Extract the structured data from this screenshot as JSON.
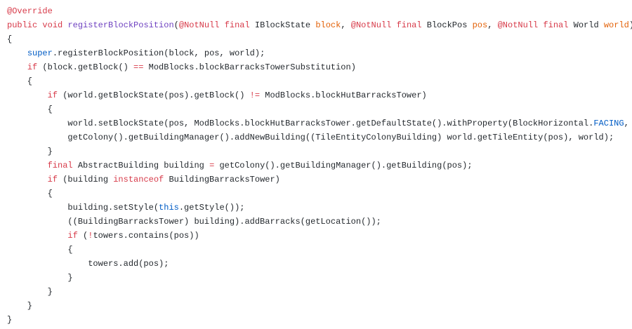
{
  "colors": {
    "background": "#ffffff",
    "plain": "#24292e",
    "keyword": "#d73a49",
    "annotation": "#d73a49",
    "method": "#6f42c1",
    "param": "#e36209",
    "builtin": "#005cc5",
    "constant": "#005cc5",
    "operator": "#d73a49"
  },
  "lines": [
    [
      [
        "annotation",
        "@Override"
      ]
    ],
    [
      [
        "keyword",
        "public"
      ],
      [
        "plain",
        " "
      ],
      [
        "keyword",
        "void"
      ],
      [
        "plain",
        " "
      ],
      [
        "method",
        "registerBlockPosition"
      ],
      [
        "plain",
        "("
      ],
      [
        "annotation",
        "@NotNull"
      ],
      [
        "plain",
        " "
      ],
      [
        "keyword",
        "final"
      ],
      [
        "plain",
        " IBlockState "
      ],
      [
        "param",
        "block"
      ],
      [
        "plain",
        ", "
      ],
      [
        "annotation",
        "@NotNull"
      ],
      [
        "plain",
        " "
      ],
      [
        "keyword",
        "final"
      ],
      [
        "plain",
        " BlockPos "
      ],
      [
        "param",
        "pos"
      ],
      [
        "plain",
        ", "
      ],
      [
        "annotation",
        "@NotNull"
      ],
      [
        "plain",
        " "
      ],
      [
        "keyword",
        "final"
      ],
      [
        "plain",
        " World "
      ],
      [
        "param",
        "world"
      ],
      [
        "plain",
        ")"
      ]
    ],
    [
      [
        "plain",
        "{"
      ]
    ],
    [
      [
        "plain",
        "    "
      ],
      [
        "builtin",
        "super"
      ],
      [
        "plain",
        ".registerBlockPosition(block, pos, world);"
      ]
    ],
    [
      [
        "plain",
        "    "
      ],
      [
        "keyword",
        "if"
      ],
      [
        "plain",
        " (block.getBlock() "
      ],
      [
        "operator",
        "=="
      ],
      [
        "plain",
        " ModBlocks.blockBarracksTowerSubstitution)"
      ]
    ],
    [
      [
        "plain",
        "    {"
      ]
    ],
    [
      [
        "plain",
        "        "
      ],
      [
        "keyword",
        "if"
      ],
      [
        "plain",
        " (world.getBlockState(pos).getBlock() "
      ],
      [
        "operator",
        "!="
      ],
      [
        "plain",
        " ModBlocks.blockHutBarracksTower)"
      ]
    ],
    [
      [
        "plain",
        "        {"
      ]
    ],
    [
      [
        "plain",
        "            world.setBlockState(pos, ModBlocks.blockHutBarracksTower.getDefaultState().withProperty(BlockHorizontal."
      ],
      [
        "constant",
        "FACING"
      ],
      [
        "plain",
        ", "
      ]
    ],
    [
      [
        "plain",
        "            getColony().getBuildingManager().addNewBuilding((TileEntityColonyBuilding) world.getTileEntity(pos), world);"
      ]
    ],
    [
      [
        "plain",
        "        }"
      ]
    ],
    [
      [
        "plain",
        "        "
      ],
      [
        "keyword",
        "final"
      ],
      [
        "plain",
        " AbstractBuilding building "
      ],
      [
        "operator",
        "="
      ],
      [
        "plain",
        " getColony().getBuildingManager().getBuilding(pos);"
      ]
    ],
    [
      [
        "plain",
        "        "
      ],
      [
        "keyword",
        "if"
      ],
      [
        "plain",
        " (building "
      ],
      [
        "keyword",
        "instanceof"
      ],
      [
        "plain",
        " BuildingBarracksTower)"
      ]
    ],
    [
      [
        "plain",
        "        {"
      ]
    ],
    [
      [
        "plain",
        "            building.setStyle("
      ],
      [
        "builtin",
        "this"
      ],
      [
        "plain",
        ".getStyle());"
      ]
    ],
    [
      [
        "plain",
        "            ((BuildingBarracksTower) building).addBarracks(getLocation());"
      ]
    ],
    [
      [
        "plain",
        "            "
      ],
      [
        "keyword",
        "if"
      ],
      [
        "plain",
        " ("
      ],
      [
        "operator",
        "!"
      ],
      [
        "plain",
        "towers.contains(pos))"
      ]
    ],
    [
      [
        "plain",
        "            {"
      ]
    ],
    [
      [
        "plain",
        "                towers.add(pos);"
      ]
    ],
    [
      [
        "plain",
        "            }"
      ]
    ],
    [
      [
        "plain",
        "        }"
      ]
    ],
    [
      [
        "plain",
        "    }"
      ]
    ],
    [
      [
        "plain",
        "}"
      ]
    ]
  ]
}
